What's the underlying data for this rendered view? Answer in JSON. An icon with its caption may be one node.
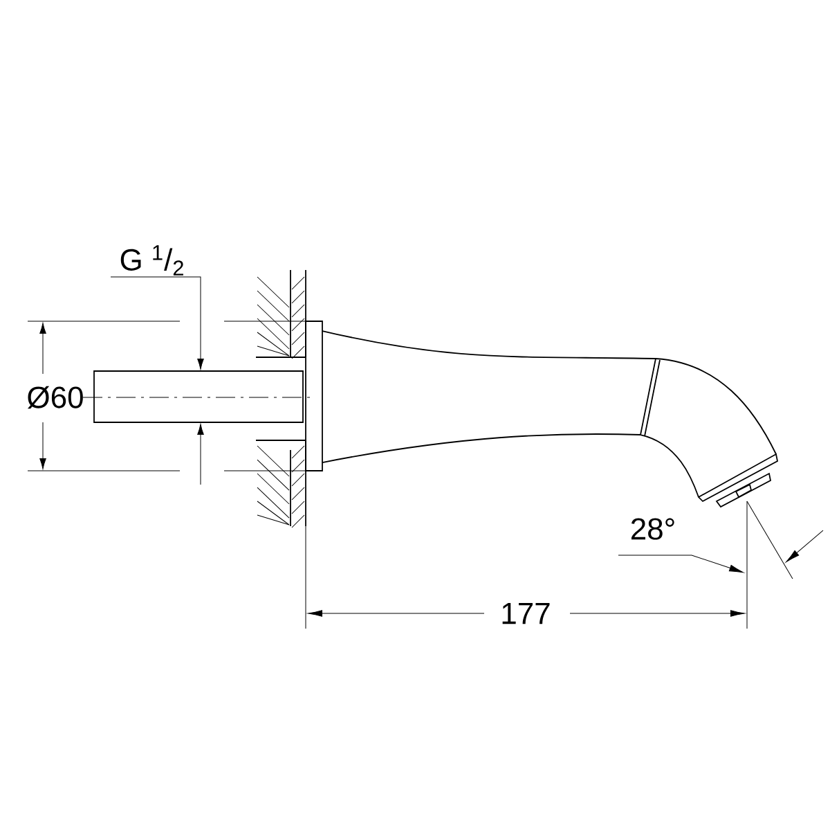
{
  "diagram": {
    "labels": [
      "G $^{1}$/$_{2}$",
      "Ø60",
      "28°",
      "177"
    ]
  }
}
